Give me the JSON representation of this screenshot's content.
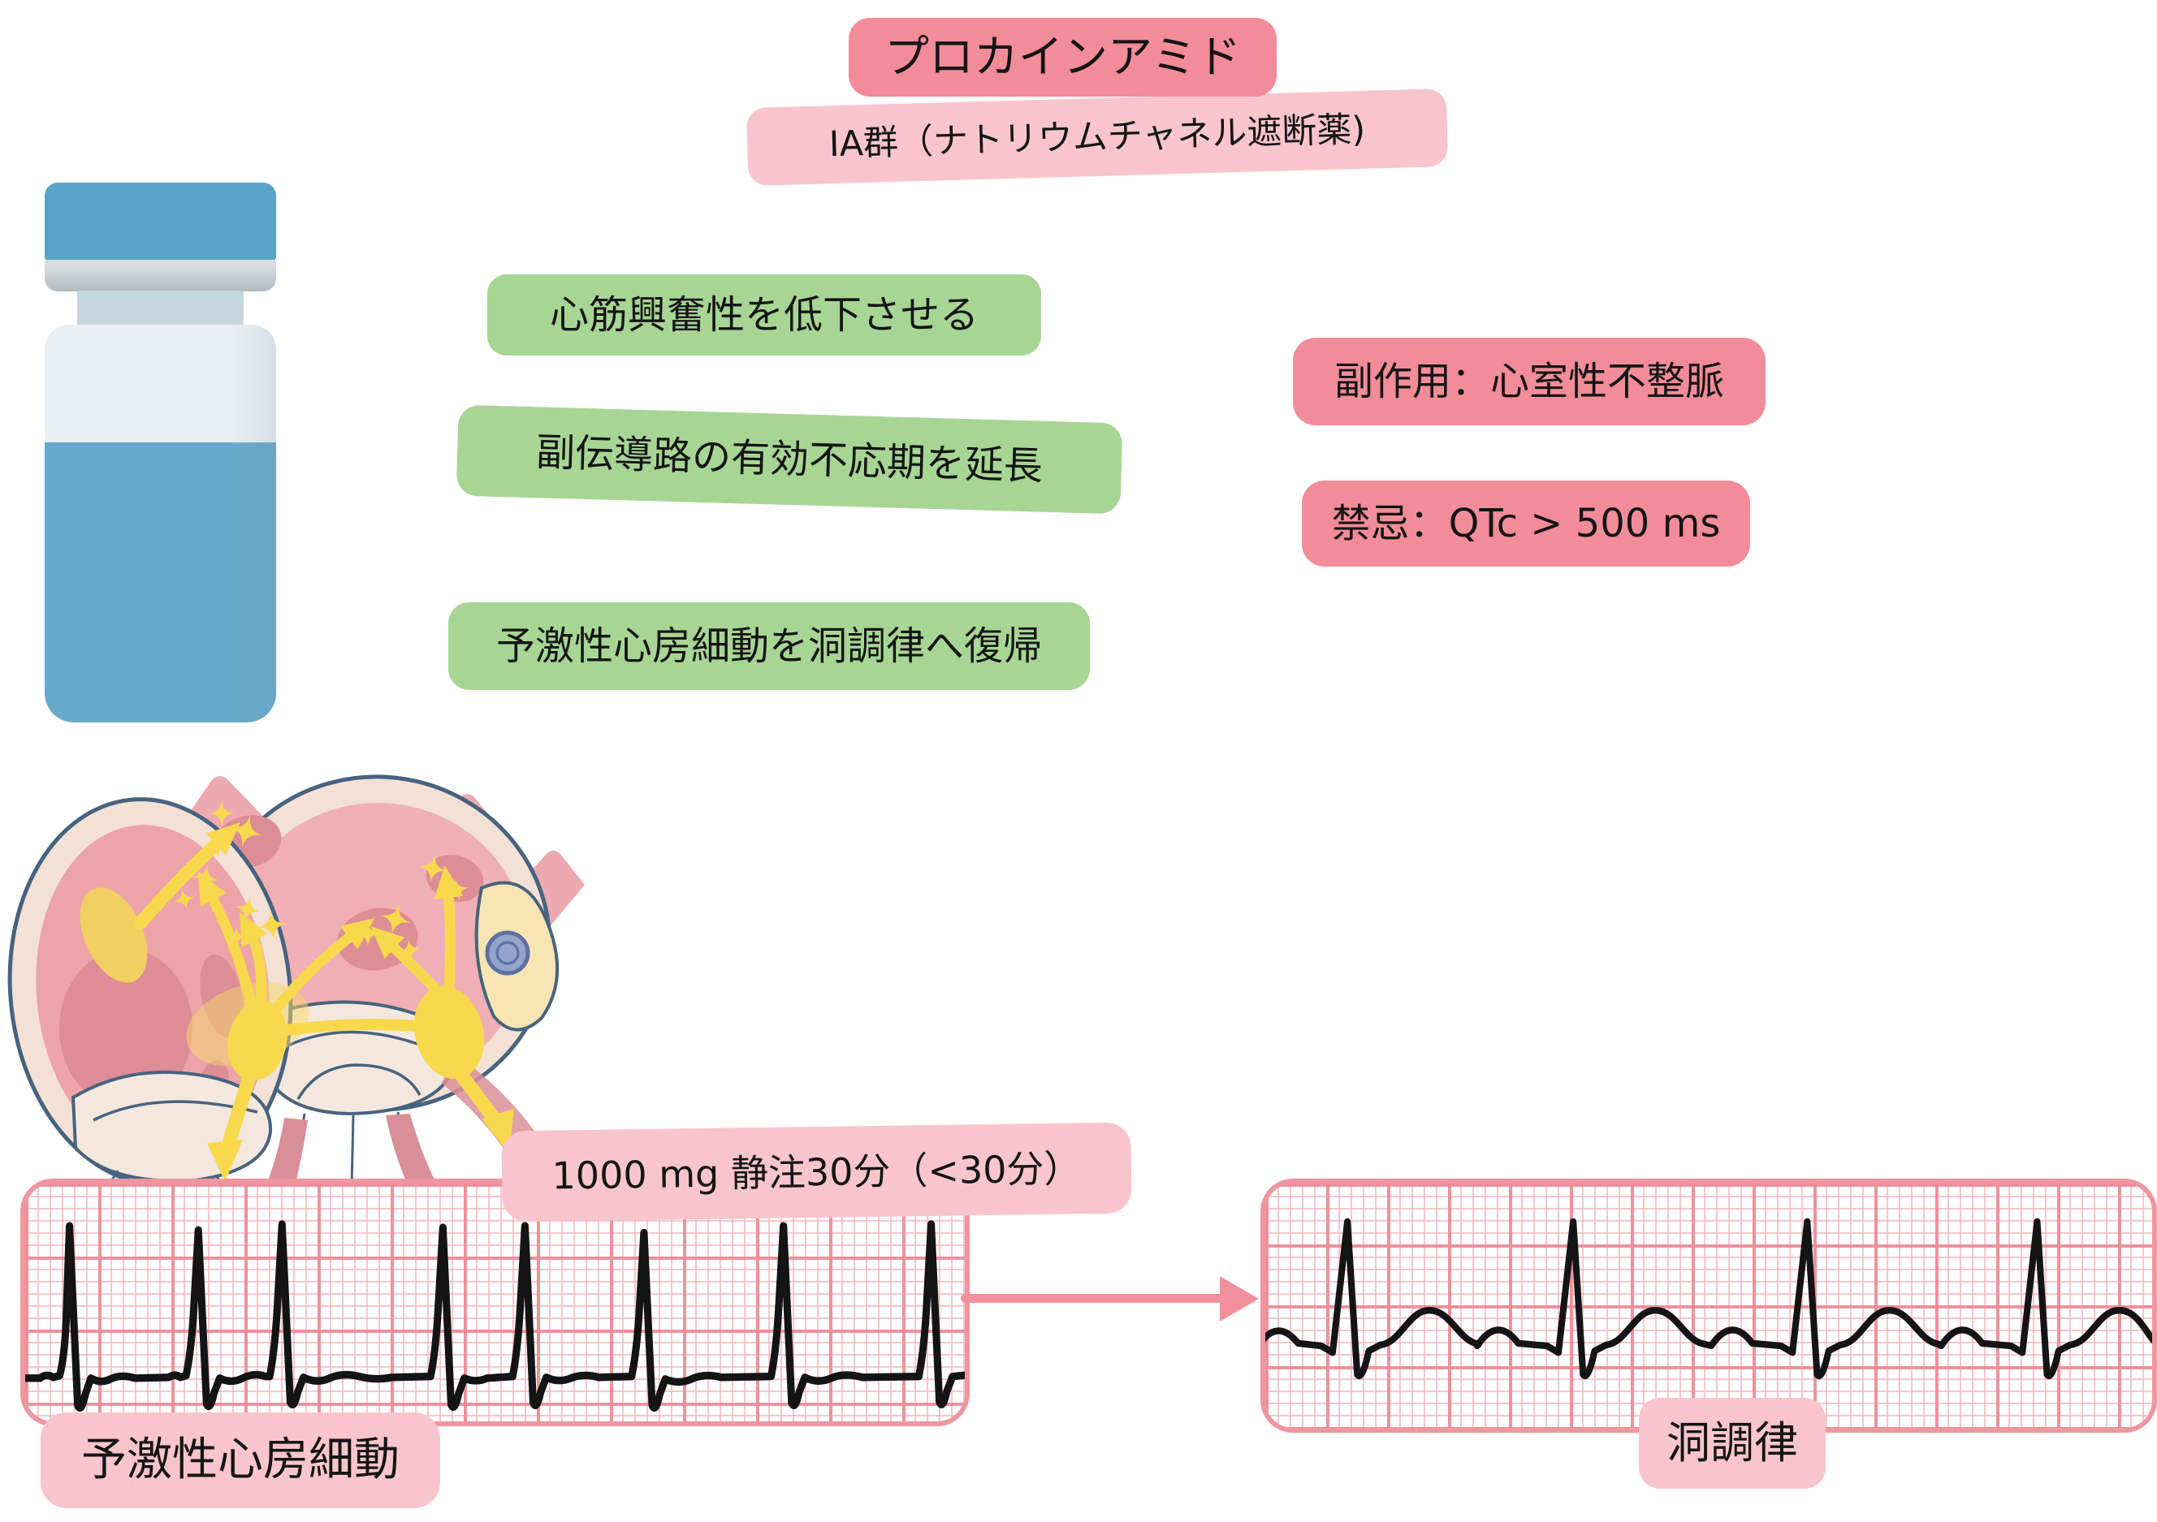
{
  "header": {
    "title": "プロカインアミド",
    "subtitle": "IA群（ナトリウムチャネル遮断薬)"
  },
  "effects": [
    "心筋興奮性を低下させる",
    "副伝導路の有効不応期を延長",
    "予激性心房細動を洞調律へ復帰"
  ],
  "warnings": {
    "side_effect": "副作用：心室性不整脈",
    "contraindication": "禁忌：QTc > 500 ms"
  },
  "dose": "1000 mg 静注30分（<30分）",
  "ecg": {
    "before_label": "予激性心房細動",
    "after_label": "洞調律",
    "before_rhythm": "irregular wide-QRS tachycardia (pre-excited atrial fibrillation), 8 beats",
    "after_rhythm": "regular sinus rhythm with P-QRS-T, 4 beats"
  },
  "illustrations": {
    "vial": "medication-vial-icon",
    "heart": "heart-atrial-conduction-illustration",
    "arrow": "before-after-arrow"
  },
  "colors": {
    "badge_strong_pink": "#F28C98",
    "badge_light_pink": "#F9C5CD",
    "badge_green": "#A7D694",
    "ecg_border": "#EF96A0",
    "ecg_grid_bold": "#EE8D99",
    "ecg_grid_small": "#F3B4BC",
    "ecg_trace": "#141414",
    "arrow_pink": "#F2909B",
    "vial_blue": "#57A4C8",
    "vial_liquid": "#67AACB",
    "conduction_yellow": "#F8D94E"
  }
}
